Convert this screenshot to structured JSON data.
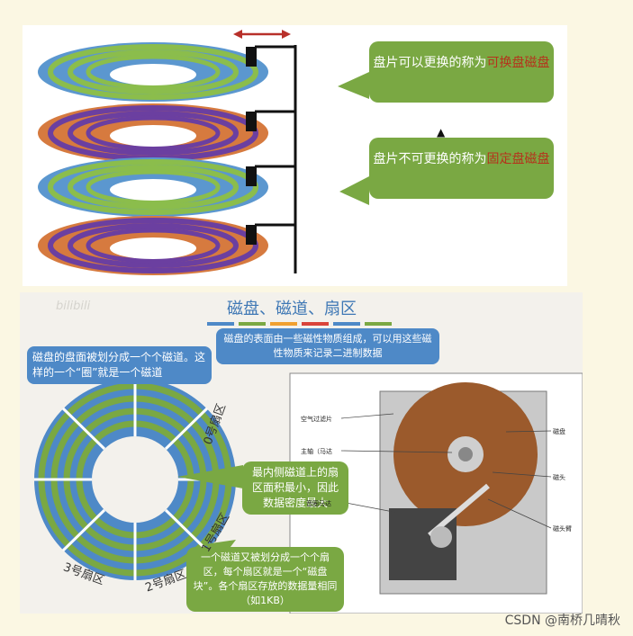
{
  "top_panel": {
    "callout1": {
      "prefix": "盘片可以更换的称为",
      "highlight": "可换盘磁盘"
    },
    "callout2": {
      "prefix": "盘片不可更换的称为",
      "highlight": "固定盘磁盘"
    }
  },
  "bottom_panel": {
    "watermark_logo": "bilibili",
    "title": "磁盘、磁道、扇区",
    "desc": "磁盘的表面由一些磁性物质组成，可以用这些磁性物质来记录二进制数据",
    "track_note": "磁盘的盘面被划分成一个个磁道。这样的一个“圈”就是一个磁道",
    "inner_note": "最内侧磁道上的扇区面积最小，因此数据密度最大",
    "sector_note": "一个磁道又被划分成一个个扇区，每个扇区就是一个“磁盘块”。各个扇区存放的数据量相同（如1KB）",
    "sectors": [
      "0号扇区",
      "1号扇区",
      "2号扇区",
      "3号扇区"
    ],
    "photo_labels": [
      "空气过滤片",
      "主轴（马达",
      "音圈马达",
      "磁盘",
      "磁头",
      "磁头臂"
    ]
  },
  "footer": {
    "watermark": "CSDN @南桥几晴秋"
  },
  "colors": {
    "callout_green": "#7aa843",
    "callout_blue": "#4e89c7",
    "highlight_red": "#b5331c"
  }
}
